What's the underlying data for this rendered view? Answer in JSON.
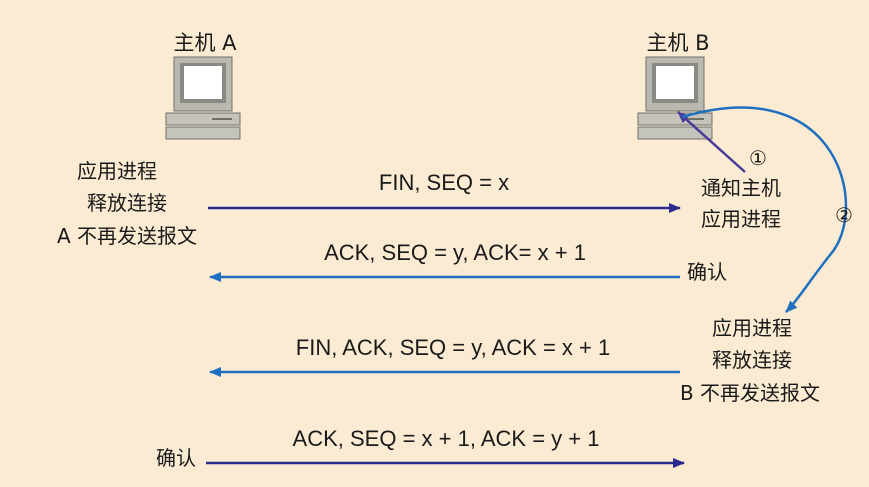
{
  "host_a": {
    "title": "主机 A"
  },
  "host_b": {
    "title": "主机 B"
  },
  "a_notes": [
    "应用进程",
    "释放连接",
    "A 不再发送报文"
  ],
  "b_notify": [
    "通知主机",
    "应用进程"
  ],
  "b_notes": [
    "应用进程",
    "释放连接",
    "B 不再发送报文"
  ],
  "b_confirm": "确认",
  "a_confirm": "确认",
  "markers": {
    "one": "①",
    "two": "②"
  },
  "messages": [
    {
      "text": "FIN, SEQ = x",
      "direction": "A→B"
    },
    {
      "text": "ACK, SEQ = y, ACK= x + 1",
      "direction": "B→A"
    },
    {
      "text": "FIN, ACK, SEQ = y, ACK = x + 1",
      "direction": "B→A"
    },
    {
      "text": "ACK, SEQ = x + 1, ACK = y + 1",
      "direction": "A→B"
    }
  ],
  "colors": {
    "background": "#fbebd2",
    "arrow_forward": "#2b2b8f",
    "arrow_back": "#1e6fc0",
    "notify_arrow": "#4a3a9a",
    "curve": "#1e6fc0"
  }
}
